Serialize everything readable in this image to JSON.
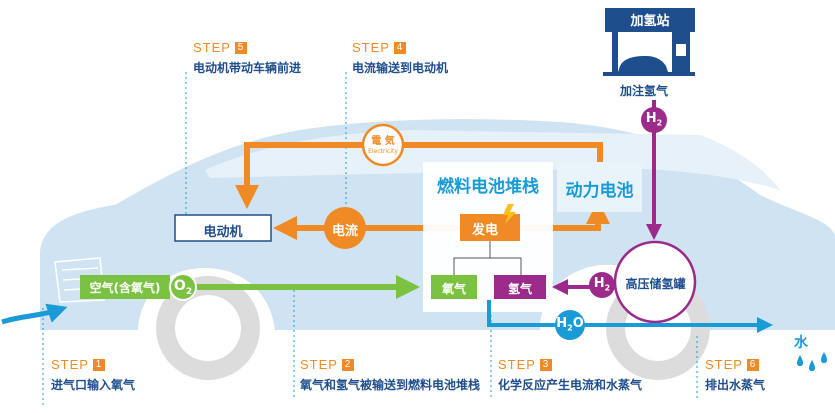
{
  "station": {
    "title": "加氢站",
    "label": "加注氢气"
  },
  "steps": [
    {
      "word": "STEP",
      "num": "5",
      "desc": "电动机带动车辆前进"
    },
    {
      "word": "STEP",
      "num": "4",
      "desc": "电流输送到电动机"
    },
    {
      "word": "STEP",
      "num": "1",
      "desc": "进气口输入氧气"
    },
    {
      "word": "STEP",
      "num": "2",
      "desc": "氧气和氢气被输送到燃料电池堆栈"
    },
    {
      "word": "STEP",
      "num": "3",
      "desc": "化学反应产生电流和水蒸气"
    },
    {
      "word": "STEP",
      "num": "6",
      "desc": "排出水蒸气"
    }
  ],
  "labels": {
    "electricity_cn": "電  気",
    "electricity_en": "Electricity",
    "motor": "电动机",
    "current": "电流",
    "fuel_cell_stack": "燃料电池堆栈",
    "power_battery": "动力电池",
    "generate": "发电",
    "oxygen": "氧气",
    "hydrogen": "氢气",
    "air": "空气(含氧气)",
    "o2_o": "O",
    "o2_sub": "2",
    "h2_h": "H",
    "h2_sub": "2",
    "h2o_h": "H",
    "h2o_sub": "2",
    "h2o_o": "O",
    "tank": "高压储氢罐",
    "water": "水"
  },
  "colors": {
    "orange": "#f08a24",
    "green": "#7cc242",
    "purple": "#9b2a8a",
    "blue": "#1a9bd7",
    "navy": "#1f4e8c",
    "car_body": "#cfe3f2",
    "wheel": "#dcdcdc"
  }
}
